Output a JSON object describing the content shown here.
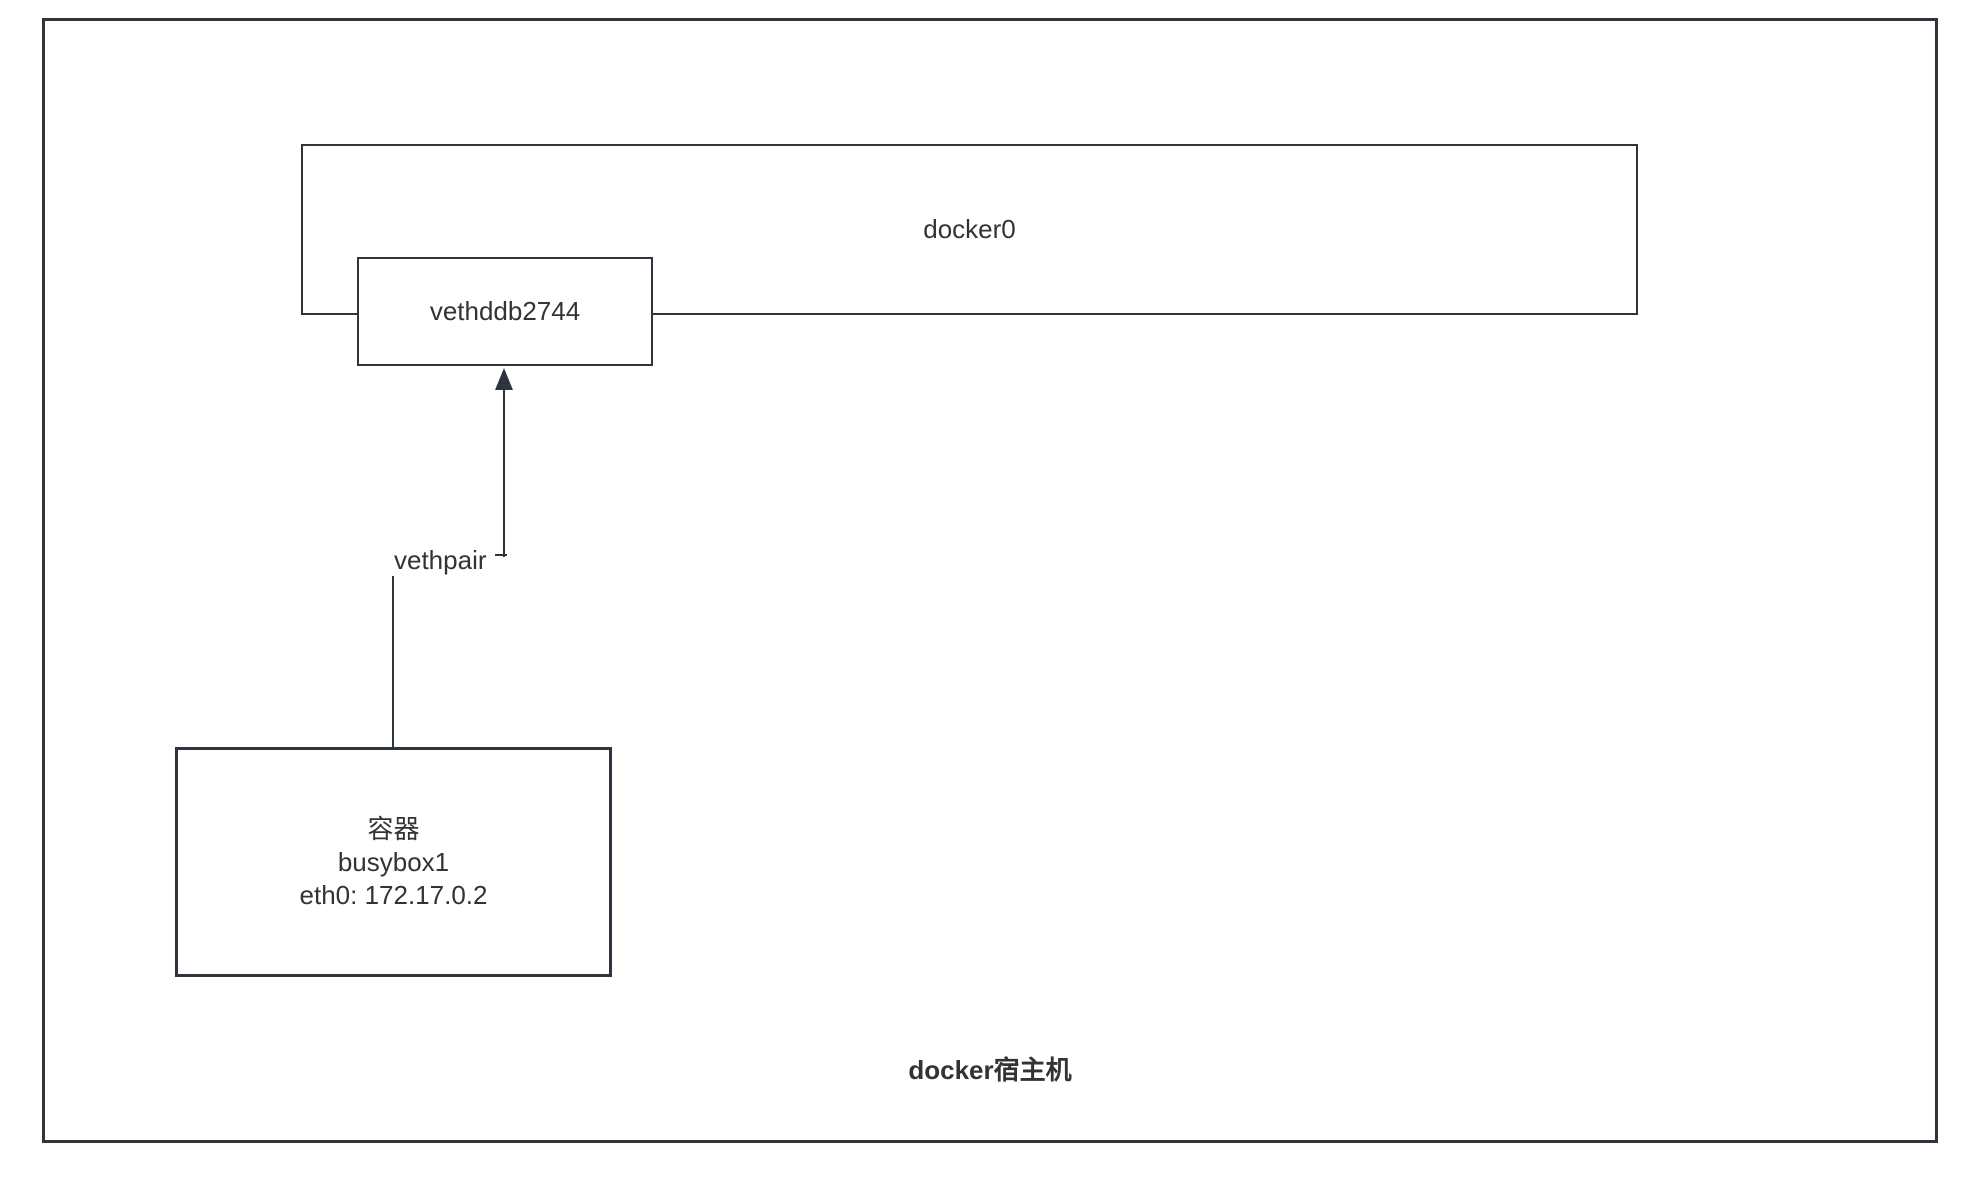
{
  "colors": {
    "stroke": "#2f353d",
    "text": "#333333",
    "background": "#ffffff"
  },
  "diagram": {
    "host_label": "docker宿主机",
    "bridge_label": "docker0",
    "veth_label": "vethddb2744",
    "edge_label": "vethpair",
    "container": {
      "title": "容器",
      "name": "busybox1",
      "ip": "eth0: 172.17.0.2"
    }
  }
}
